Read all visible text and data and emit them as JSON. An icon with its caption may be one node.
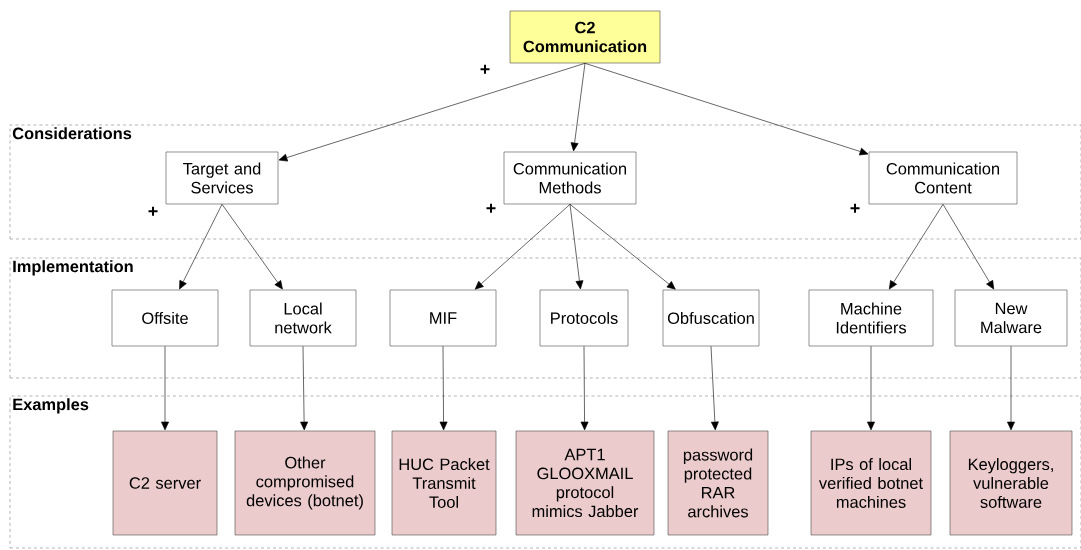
{
  "diagram": {
    "nodes": [
      {
        "text": [
          "C2 Communication"
        ]
      },
      {
        "text": [
          "Considerations"
        ]
      },
      {
        "text": [
          "Target and Services"
        ],
        "in": 1
      },
      {
        "text": [
          "Communication Methods"
        ],
        "in": 1
      },
      {
        "text": [
          "Communication Content"
        ],
        "in": 1
      },
      {
        "text": [
          "Implementation"
        ]
      },
      {
        "text": [
          "Offsite"
        ],
        "in": 5
      },
      {
        "text": [
          "Local network"
        ],
        "in": 5
      },
      {
        "text": [
          "MIF"
        ],
        "in": 5
      },
      {
        "text": [
          "Protocols"
        ],
        "in": 5
      },
      {
        "text": [
          "Obfuscation"
        ],
        "in": 5
      },
      {
        "text": [
          "Machine Identifiers"
        ],
        "in": 5
      },
      {
        "text": [
          "New Malware"
        ],
        "in": 5
      },
      {
        "text": [
          "Examples"
        ]
      },
      {
        "text": [
          "C2 server"
        ],
        "in": 13
      },
      {
        "text": [
          "Other compromised devices (botnet)"
        ],
        "in": 13
      },
      {
        "text": [
          "HUC Packet Transmit Tool"
        ],
        "in": 13
      },
      {
        "text": [
          "APT1 GLOOXMAIL protocol mimics Jabber"
        ],
        "in": 13
      },
      {
        "text": [
          "password protected RAR archives"
        ],
        "in": 13
      },
      {
        "text": [
          "IPs of local verified botnet machines"
        ],
        "in": 13
      },
      {
        "text": [
          "Keyloggers, vulnerable software"
        ],
        "in": 13
      }
    ],
    "edges": [
      {
        "from": 0,
        "to": 2,
        "arrow": "to"
      },
      {
        "from": 0,
        "to": 3,
        "arrow": "to"
      },
      {
        "from": 0,
        "to": 4,
        "arrow": "to"
      },
      {
        "from": 2,
        "to": 6,
        "arrow": "to"
      },
      {
        "from": 2,
        "to": 7,
        "arrow": "to"
      },
      {
        "from": 3,
        "to": 8,
        "arrow": "to"
      },
      {
        "from": 3,
        "to": 9,
        "arrow": "to"
      },
      {
        "from": 3,
        "to": 10,
        "arrow": "to"
      },
      {
        "from": 4,
        "to": 11,
        "arrow": "to"
      },
      {
        "from": 4,
        "to": 12,
        "arrow": "to"
      },
      {
        "from": 6,
        "to": 14,
        "arrow": "to"
      },
      {
        "from": 7,
        "to": 15,
        "arrow": "to"
      },
      {
        "from": 8,
        "to": 16,
        "arrow": "to"
      },
      {
        "from": 9,
        "to": 17,
        "arrow": "to"
      },
      {
        "from": 10,
        "to": 18,
        "arrow": "to"
      },
      {
        "from": 11,
        "to": 19,
        "arrow": "to"
      },
      {
        "from": 12,
        "to": 20,
        "arrow": "to"
      }
    ],
    "labels": [
      "+",
      "+",
      "+",
      "+"
    ]
  }
}
